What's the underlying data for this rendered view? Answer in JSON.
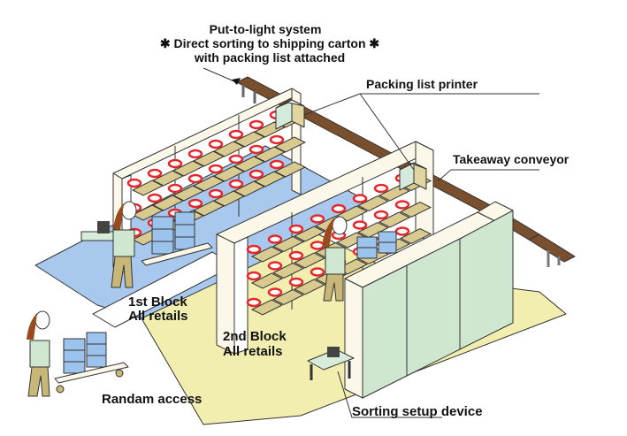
{
  "title": {
    "line1": "Put-to-light system",
    "line2": "✱ Direct sorting to shipping carton ✱",
    "line3": "with packing list attached"
  },
  "labels": {
    "packing_list_printer": "Packing list printer",
    "takeaway_conveyor": "Takeaway conveyor",
    "block1_line1": "1st Block",
    "block1_line2": "All retails",
    "block2_line1": "2nd Block",
    "block2_line2": "All retails",
    "random_access": "Randam access",
    "sorting_setup_device": "Sorting setup device"
  },
  "colors": {
    "block1_floor": "#a9c8ee",
    "block2_floor": "#f1eeb0",
    "conveyor": "#7a4f2e",
    "rack_frame": "#fbf8ea",
    "bin": "#d9cb8f",
    "light": "#e8262a",
    "wall_panel": "#cfe6cf",
    "carton": "#9cc3ec"
  }
}
